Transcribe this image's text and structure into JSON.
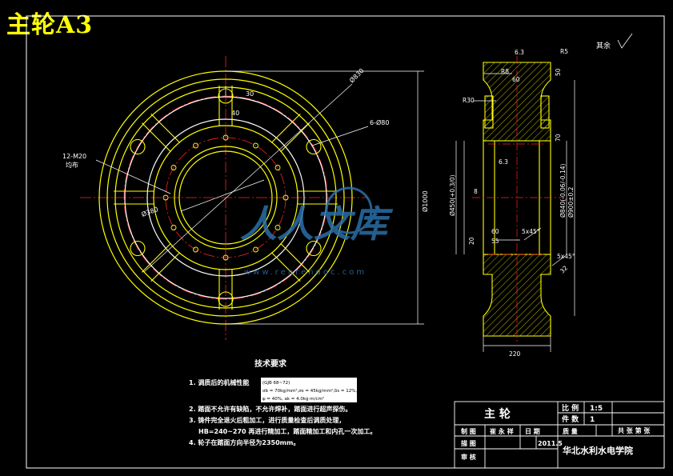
{
  "title": "主轮A3",
  "surface_mark": "其余",
  "front_view": {
    "dims": {
      "d_outer": "Ø1000",
      "d_mid": "Ø830",
      "d_inner": "Ø380",
      "holes": "6-Ø80",
      "thread_line1": "12-M20",
      "thread_line2": "均布",
      "rib_w": "30",
      "rib_t": "40"
    }
  },
  "side_view": {
    "dims": {
      "r5": "R5",
      "r8": "R8",
      "r30": "R30",
      "v63a": "6.3",
      "v60a": "60",
      "v60b": "60",
      "v50": "50",
      "v70": "70",
      "v63b": "6.3",
      "v8": "8",
      "d450": "Ø450(+0.3/0)",
      "d840": "Ø840(-0.06/-0.14)",
      "d900": "Ø900±0.2",
      "v60c": "60",
      "v55": "55",
      "v20": "20",
      "ch1": "5x45°",
      "ch2": "5x45°",
      "v32": "32",
      "w220": "220"
    }
  },
  "tech_req": {
    "heading": "技术要求",
    "line1": "1. 调质后的机械性能",
    "spec1": "(GJB 68~72)",
    "spec2": "σb = 70kg/mm²,σs = 45kg/mm²,δs = 12%,",
    "spec3": "ψ = 40%, ak = 4.0kg·m/cm²",
    "line2": "2. 踏面不允许有缺陷，不允许焊补，踏面进行超声探伤。",
    "line3": "3. 铸件完全退火后粗加工，进行质量检查后调质处理，",
    "line3b": "HB=240~270 再进行精加工，踏面精加工和内孔一次加工。",
    "line4": "4. 轮子在踏面方向半径为2350mm。"
  },
  "title_block": {
    "part_name": "主 轮",
    "scale_label": "比 例",
    "scale_value": "1:5",
    "qty_label": "件 数",
    "qty_value": "1",
    "sheet_label": "共 张 第 张",
    "r1_label": "制 图",
    "r1_name": "崔 永 祥",
    "date_label": "日 期",
    "mass_label": "质 量",
    "r2_label": "描 图",
    "date_value": "2011.5",
    "school": "华北水利水电学院",
    "r3_label": "审 核"
  },
  "watermark": {
    "main": "人人文库",
    "url": "www.renrendoc.com"
  },
  "colors": {
    "outline": "#ffff00",
    "frame": "#ffffff",
    "dimension": "#ffffff",
    "center_line": "#ff2020",
    "section_hatch": "#ffff00",
    "watermark": "#2a6fa8"
  }
}
